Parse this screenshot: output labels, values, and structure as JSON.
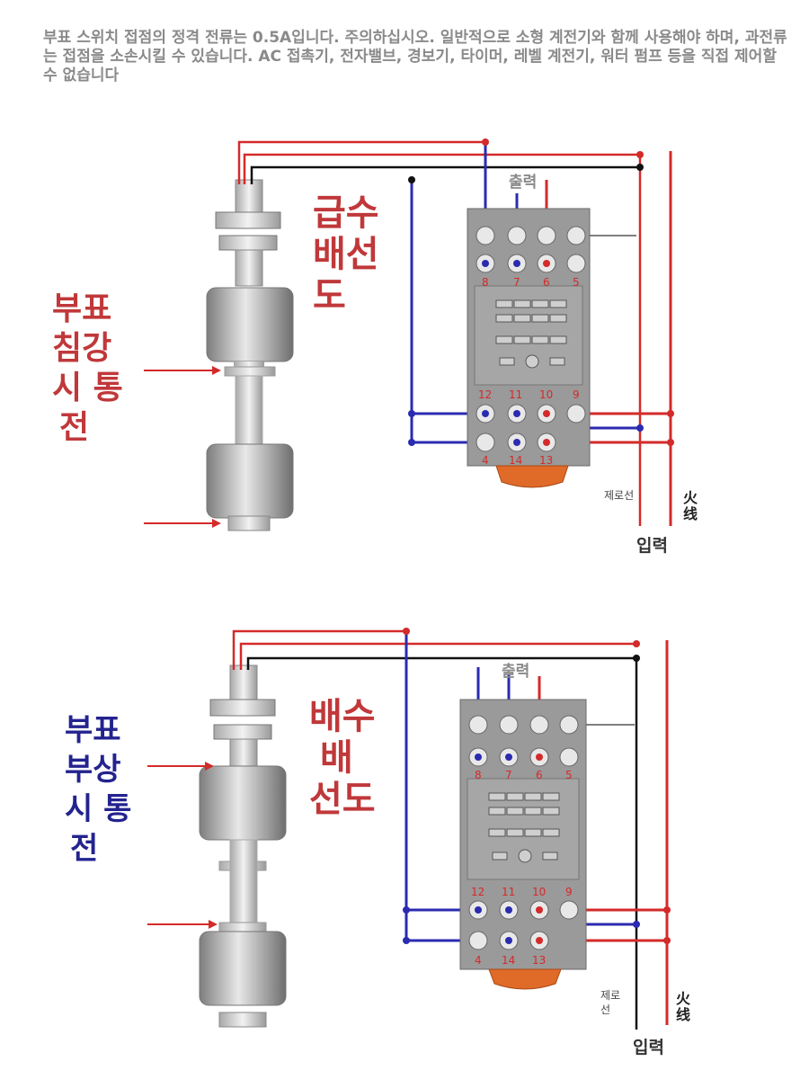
{
  "notice": "부표 스위치 접점의 정격 전류는 0.5A입니다. 주의하십시오. 일반적으로 소형 계전기와 함께 사용해야 하며, 과전류는 접점을 소손시킬 수 있습니다. AC 접촉기, 전자밸브, 경보기, 타이머, 레벨 계전기, 워터 펌프 등을 직접 제어할 수 없습니다",
  "diagram1": {
    "title_lines": [
      "급수",
      "배선",
      "도"
    ],
    "float_state_lines": [
      "부표",
      "침강",
      "시 통",
      "전"
    ],
    "output_label": "출력",
    "pins_top": [
      "8",
      "7",
      "6",
      "5"
    ],
    "pins_bottom_row1": [
      "12",
      "11",
      "10",
      "9"
    ],
    "pins_bottom_row2": [
      "4",
      "14",
      "13"
    ],
    "neutral_label": "제로선",
    "live_label": "火线",
    "input_label": "입력"
  },
  "diagram2": {
    "title_lines": [
      "배수",
      "배",
      "선도"
    ],
    "float_state_lines": [
      "부표",
      "부상",
      "시 통",
      "전"
    ],
    "output_label": "출력",
    "pins_top": [
      "8",
      "7",
      "6",
      "5"
    ],
    "pins_bottom_row1": [
      "12",
      "11",
      "10",
      "9"
    ],
    "pins_bottom_row2": [
      "4",
      "14",
      "13"
    ],
    "neutral_label": "제로",
    "neutral_label_2": "선",
    "live_label": "火线",
    "input_label": "입력"
  },
  "colors": {
    "red_wire": "#d42a2a",
    "blue_wire": "#2b2bb0",
    "black_wire": "#111111",
    "relay_gray": "#8f8f8f",
    "base_orange": "#e06a28"
  }
}
